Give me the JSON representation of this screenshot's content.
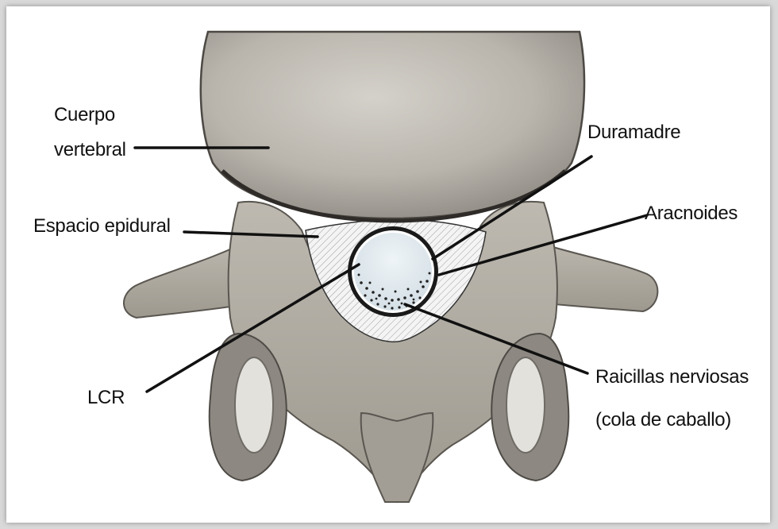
{
  "labels": {
    "cuerpo_line1": "Cuerpo",
    "cuerpo_line2": "vertebral",
    "espacio": "Espacio epidural",
    "duramadre": "Duramadre",
    "aracnoides": "Aracnoides",
    "lcr": "LCR",
    "raicillas_line1": "Raicillas nerviosas",
    "raicillas_line2": "(cola de caballo)"
  },
  "colors": {
    "bone_light": "#c9c6bf",
    "bone_mid": "#a8a49c",
    "bone_dark": "#6e6a64",
    "csf": "#dfe8ee",
    "leader_line": "#111111"
  }
}
